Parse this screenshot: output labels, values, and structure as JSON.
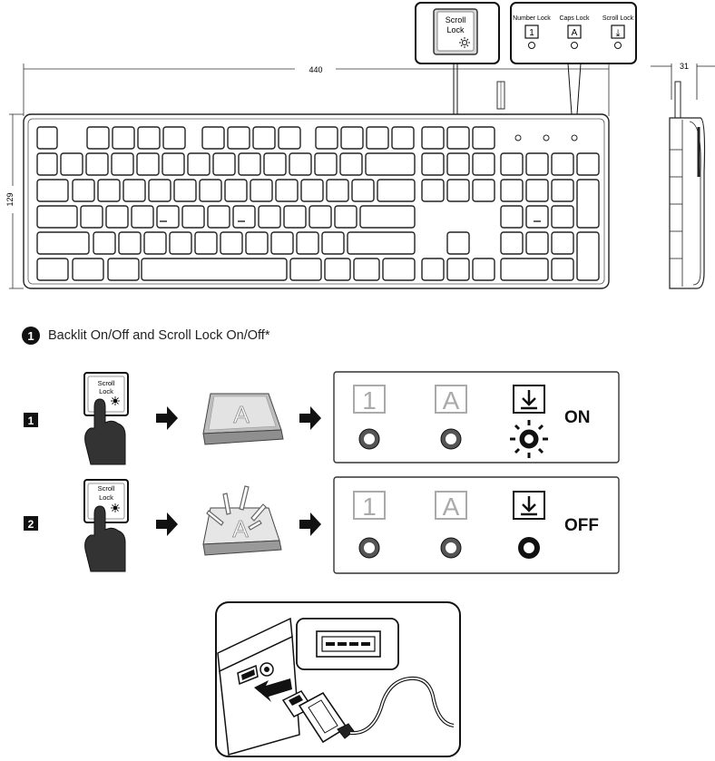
{
  "dimensions": {
    "width_label": "440",
    "height_label": "129",
    "depth_label": "31"
  },
  "callout_scroll_lock": {
    "line1": "Scroll",
    "line2": "Lock"
  },
  "indicators": [
    {
      "label": "Number Lock",
      "symbol": "1"
    },
    {
      "label": "Caps Lock",
      "symbol": "A"
    },
    {
      "label": "Scroll Lock",
      "symbol": "⤓"
    }
  ],
  "section": {
    "number": "1",
    "title": "Backlit On/Off and Scroll Lock On/Off*"
  },
  "steps": [
    {
      "index": "1",
      "key_line1": "Scroll",
      "key_line2": "Lock",
      "keycap_letter": "A",
      "state": "ON"
    },
    {
      "index": "2",
      "key_line1": "Scroll",
      "key_line2": "Lock",
      "keycap_letter": "A",
      "state": "OFF"
    }
  ],
  "panel_symbols": {
    "num": "1",
    "caps": "A"
  },
  "icons": [
    "finger-press-icon",
    "arrow-right-icon",
    "sun-led-icon",
    "usb-plug-icon",
    "usb-port-icon"
  ]
}
